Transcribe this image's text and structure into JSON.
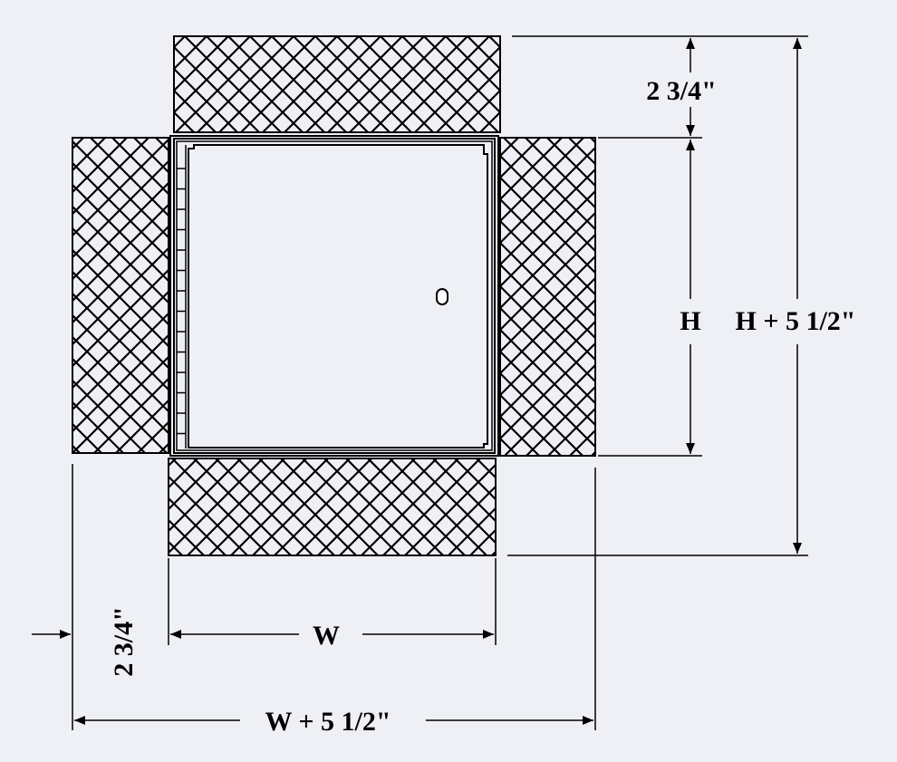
{
  "title": "Access door dimension diagram",
  "colors": {
    "background": "#eef0f5",
    "line": "#000000",
    "panel": "#eef0f5"
  },
  "labels": {
    "top_flange": "2 3/4\"",
    "height": "H",
    "total_height": "H + 5 1/2\"",
    "width": "W",
    "total_width": "W + 5 1/2\"",
    "side_flange": "2 3/4\""
  }
}
